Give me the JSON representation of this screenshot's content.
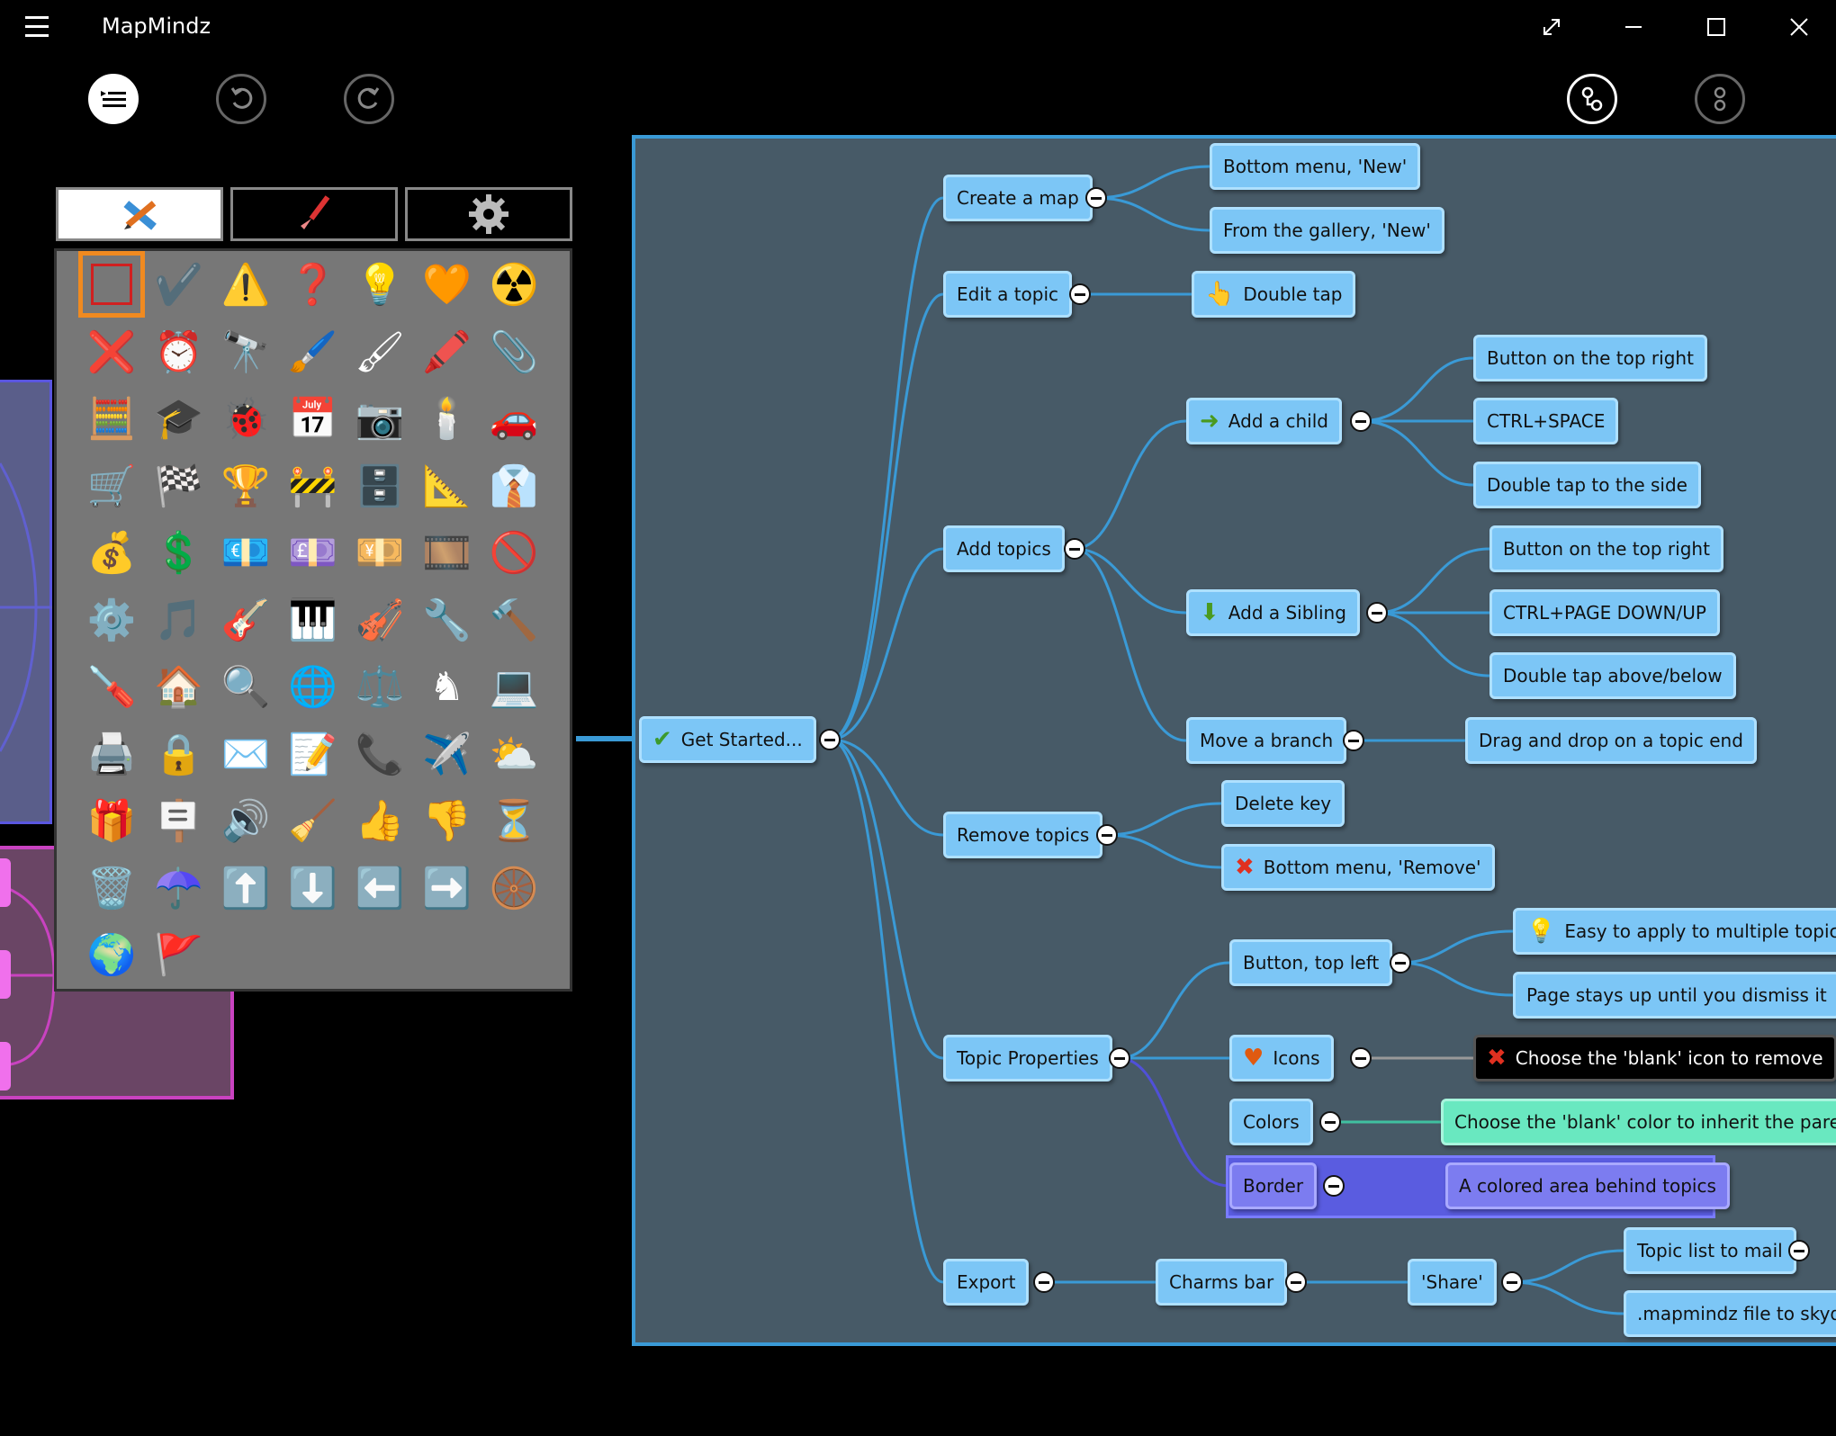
{
  "app": {
    "title": "MapMindz"
  },
  "window": {
    "expand_icon": "expand-icon",
    "minimize_icon": "minimize-icon",
    "maximize_icon": "maximize-icon",
    "close_icon": "close-icon"
  },
  "toolbar": {
    "left": [
      "topic-list-icon",
      "undo-icon",
      "redo-icon"
    ],
    "right": [
      "links-icon",
      "nodes-icon"
    ]
  },
  "panel": {
    "tabs": [
      "pencil-ruler-icon",
      "paintbrush-icon",
      "gear-icon"
    ],
    "icons": [
      [
        "blank",
        "✔️",
        "⚠️",
        "❓",
        "💡",
        "🧡",
        "☢️"
      ],
      [
        "❌",
        "⏰",
        "🔭",
        "🖌️",
        "🖌",
        "🖍️",
        "📎"
      ],
      [
        "🧮",
        "🎓",
        "🐞",
        "📅",
        "📷",
        "🕯️",
        "🚗"
      ],
      [
        "🛒",
        "🏁",
        "🏆",
        "🚧",
        "🗄️",
        "📐",
        "👔"
      ],
      [
        "💰",
        "💲",
        "💶",
        "💷",
        "💴",
        "🎞️",
        "🚫"
      ],
      [
        "⚙️",
        "🎵",
        "🎸",
        "🎹",
        "🎻",
        "🔧",
        "🔨"
      ],
      [
        "🪛",
        "🏠",
        "🔍",
        "🌐",
        "⚖️",
        "♞",
        "💻"
      ],
      [
        "🖨️",
        "🔒",
        "✉️",
        "📝",
        "📞",
        "✈️",
        "⛅"
      ],
      [
        "🎁",
        "🪧",
        "🔊",
        "🧹",
        "👍",
        "👎",
        "⏳"
      ],
      [
        "🗑️",
        "☂️",
        "⬆️",
        "⬇️",
        "⬅️",
        "➡️",
        "🛞"
      ],
      [
        "🌍",
        "🚩"
      ]
    ]
  },
  "map": {
    "root": "Get Started...",
    "create_map": "Create a map",
    "bottom_menu_new": "Bottom menu, 'New'",
    "gallery_new": "From the gallery, 'New'",
    "edit_topic": "Edit a topic",
    "double_tap": "Double tap",
    "add_topics": "Add topics",
    "add_child": "Add a child",
    "btn_top_right_1": "Button on the top right",
    "ctrl_space": "CTRL+SPACE",
    "double_tap_side": "Double tap to the side",
    "add_sibling": "Add a Sibling",
    "btn_top_right_2": "Button on the top right",
    "ctrl_page": "CTRL+PAGE DOWN/UP",
    "double_tap_above": "Double tap above/below",
    "move_branch": "Move a branch",
    "drag_drop": "Drag and drop on a topic end",
    "remove_topics": "Remove topics",
    "delete_key": "Delete key",
    "bottom_menu_remove": "Bottom menu, 'Remove'",
    "topic_properties": "Topic Properties",
    "button_top_left": "Button, top left",
    "easy_apply": "Easy to apply to multiple topics",
    "page_stays": "Page stays up until you dismiss it",
    "icons": "Icons",
    "choose_blank_icon": "Choose the 'blank' icon to remove",
    "colors": "Colors",
    "choose_blank_color": "Choose the 'blank' color to inherit the parent",
    "border": "Border",
    "colored_area": "A colored area behind topics",
    "export": "Export",
    "charms_bar": "Charms bar",
    "share": "'Share'",
    "topic_list_mail": "Topic list to mail",
    "mapmindz_file": ".mapmindz file to skydrive"
  },
  "colors": {
    "canvas": "#475a67",
    "canvas_border": "#3a9ad6",
    "node": "#7cc6f6",
    "green_node": "#69e8c0",
    "purple_node": "#7c7cf0",
    "selected_icon": "#f08a20"
  }
}
